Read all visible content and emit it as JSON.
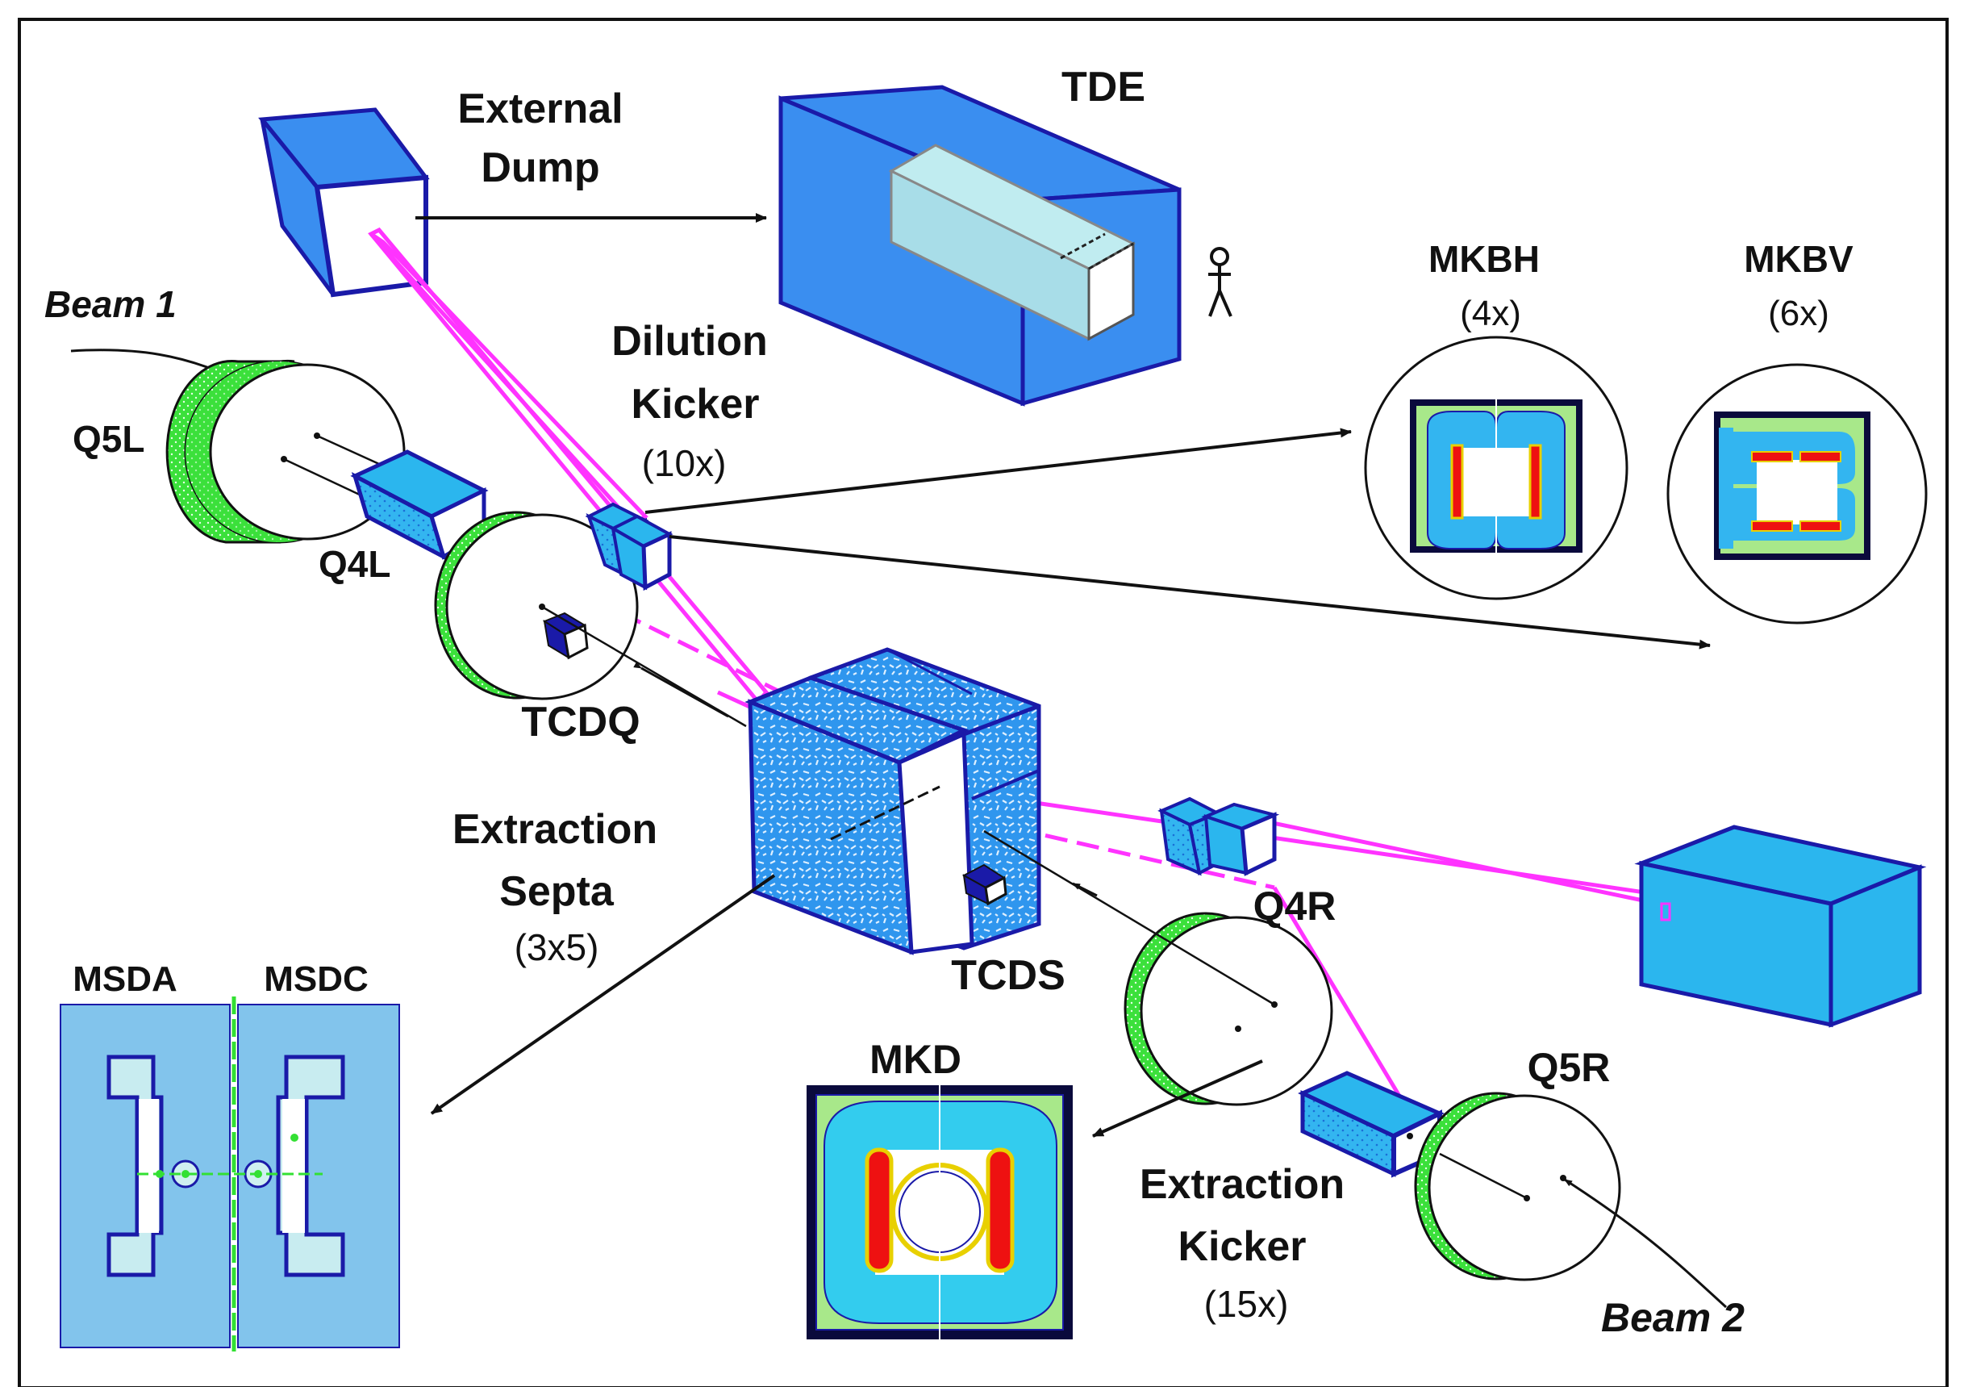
{
  "labels": {
    "external_dump_line1": "External",
    "external_dump_line2": "Dump",
    "tde": "TDE",
    "beam1": "Beam 1",
    "beam2": "Beam 2",
    "q5l": "Q5L",
    "q4l": "Q4L",
    "q4r": "Q4R",
    "q5r": "Q5R",
    "dilution_kicker_line1": "Dilution",
    "dilution_kicker_line2": "Kicker",
    "dilution_kicker_count": "(10x)",
    "mkbh": "MKBH",
    "mkbh_count": "(4x)",
    "mkbv": "MKBV",
    "mkbv_count": "(6x)",
    "tcdq": "TCDQ",
    "tcds": "TCDS",
    "extraction_septa_line1": "Extraction",
    "extraction_septa_line2": "Septa",
    "extraction_septa_count": "(3x5)",
    "msda": "MSDA",
    "msdc": "MSDC",
    "mkd": "MKD",
    "extraction_kicker_line1": "Extraction",
    "extraction_kicker_line2": "Kicker",
    "extraction_kicker_count": "(15x)"
  },
  "colors": {
    "magnet_blue": "#3a8ef0",
    "magnet_cyan": "#2bb6ee",
    "quad_green": "#33e033",
    "beam_magenta": "#ff33ff",
    "outline_navy": "#1a1aa8",
    "septa_light": "#82c4ec",
    "coil_red": "#ee1111",
    "yoke_green": "#a8e88a"
  }
}
